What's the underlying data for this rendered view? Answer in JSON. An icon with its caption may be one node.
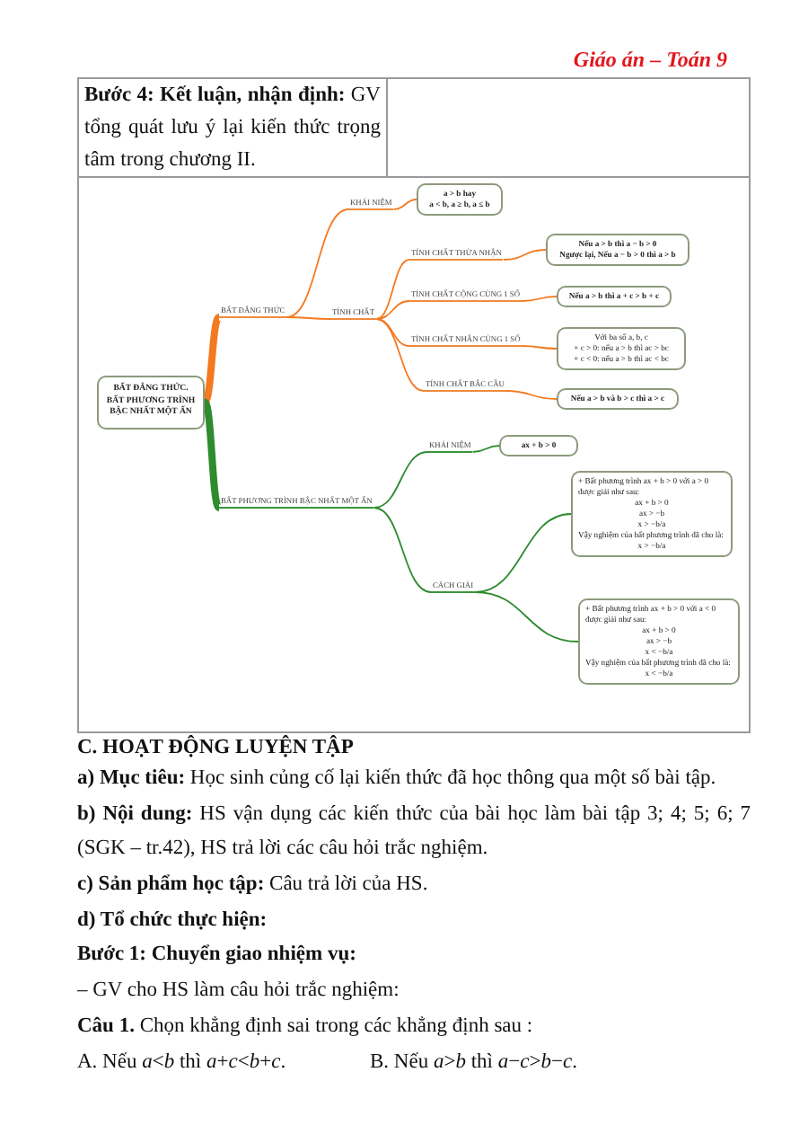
{
  "diagram": {
    "nodes": [
      {
        "text": [
          "BẤT ĐẲNG THỨC. BẤT PHƯƠNG TRÌNH BẬC NHẤT MỘT ẨN"
        ]
      },
      {
        "text": [
          "BẤT ĐẲNG THỨC"
        ]
      },
      {
        "text": [
          "KHÁI NIỆM"
        ]
      },
      {
        "text": [
          "a > b hay",
          "a < b, a ≥ b, a ≤ b"
        ]
      },
      {
        "text": [
          "TÍNH CHẤT"
        ]
      },
      {
        "text": [
          "TÍNH CHẤT THỪA NHẬN"
        ]
      },
      {
        "text": [
          "Nếu a > b thì a − b > 0",
          "Ngược lại, Nếu a − b > 0 thì a > b"
        ]
      },
      {
        "text": [
          "TÍNH CHẤT CỘNG CÙNG 1 SỐ"
        ]
      },
      {
        "text": [
          "Nếu a > b thì a + c > b + c"
        ]
      },
      {
        "text": [
          "TÍNH CHẤT NHÂN CÙNG 1 SỐ"
        ]
      },
      {
        "text": [
          "Với ba số a, b, c",
          "+ c > 0: nếu a > b thì ac > bc",
          "+ c < 0: nếu a > b thì ac < bc"
        ]
      },
      {
        "text": [
          "TÍNH CHẤT BẮC CẦU"
        ]
      },
      {
        "text": [
          "Nếu a > b và b > c thì a > c"
        ]
      },
      {
        "text": [
          "BẤT PHƯƠNG TRÌNH BẬC NHẤT MỘT ẨN"
        ]
      },
      {
        "text": [
          "KHÁI NIỆM"
        ]
      },
      {
        "text": [
          "ax + b > 0"
        ]
      },
      {
        "text": [
          "CÁCH GIẢI"
        ]
      },
      {
        "text": [
          "+ Bất phương trình ax + b > 0 với a > 0 được giải như sau:",
          "ax + b > 0",
          "ax > −b",
          "x > −b/a",
          "Vậy nghiệm của bất phương trình đã cho là:",
          "x > −b/a"
        ]
      },
      {
        "text": [
          "+ Bất phương trình ax + b > 0 với a < 0 được giải như sau:",
          "ax + b > 0",
          "ax > −b",
          "x < −b/a",
          "Vậy nghiệm của bất phương trình đã cho là:",
          "x < −b/a"
        ]
      }
    ],
    "edges": [
      {
        "from": 0,
        "to": 1,
        "arrow": "none",
        "style": "thick"
      },
      {
        "from": 1,
        "to": 2,
        "arrow": "none"
      },
      {
        "from": 1,
        "to": 4,
        "arrow": "none"
      },
      {
        "from": 2,
        "to": 3,
        "arrow": "none"
      },
      {
        "from": 4,
        "to": 5,
        "arrow": "none"
      },
      {
        "from": 5,
        "to": 6,
        "arrow": "none"
      },
      {
        "from": 4,
        "to": 7,
        "arrow": "none"
      },
      {
        "from": 7,
        "to": 8,
        "arrow": "none"
      },
      {
        "from": 4,
        "to": 9,
        "arrow": "none"
      },
      {
        "from": 9,
        "to": 10,
        "arrow": "none"
      },
      {
        "from": 4,
        "to": 11,
        "arrow": "none"
      },
      {
        "from": 11,
        "to": 12,
        "arrow": "none"
      },
      {
        "from": 0,
        "to": 13,
        "arrow": "none",
        "style": "thick",
        "color": "#2e8b2e"
      },
      {
        "from": 13,
        "to": 14,
        "arrow": "none",
        "color": "#2e8b2e"
      },
      {
        "from": 13,
        "to": 16,
        "arrow": "none",
        "color": "#2e8b2e"
      },
      {
        "from": 14,
        "to": 15,
        "arrow": "none",
        "color": "#2e8b2e"
      },
      {
        "from": 16,
        "to": 17,
        "arrow": "none",
        "color": "#2e8b2e"
      },
      {
        "from": 16,
        "to": 18,
        "arrow": "none",
        "color": "#2e8b2e"
      }
    ],
    "labels": [
      "Giáo án – Toán 9",
      "**Bước 4: Kết luận, nhận định:** GV tổng quát lưu ý lại kiến thức trọng tâm trong chương II.",
      "C. HOẠT ĐỘNG LUYỆN TẬP",
      "**a) Mục tiêu:** Học sinh củng cố lại kiến thức đã học thông qua một số bài tập.",
      "**b) Nội dung:** HS vận dụng các kiến thức của bài học làm bài tập 3; 4; 5; 6; 7 (SGK – tr.42), HS trả lời các câu hỏi trắc nghiệm.",
      "**c) Sản phẩm học tập:** Câu trả lời của HS.",
      "d) Tổ chức thực hiện:",
      "Bước 1: Chuyển giao nhiệm vụ:",
      "– GV cho HS làm câu hỏi trắc nghiệm:",
      "**Câu 1.** Chọn khẳng định sai trong các khẳng định sau :",
      "A. Nếu *a*<*b* thì *a*+*c*<*b*+*c*.",
      "B. Nếu *a*>*b* thì *a*−*c*>*b*−*c*."
    ]
  }
}
